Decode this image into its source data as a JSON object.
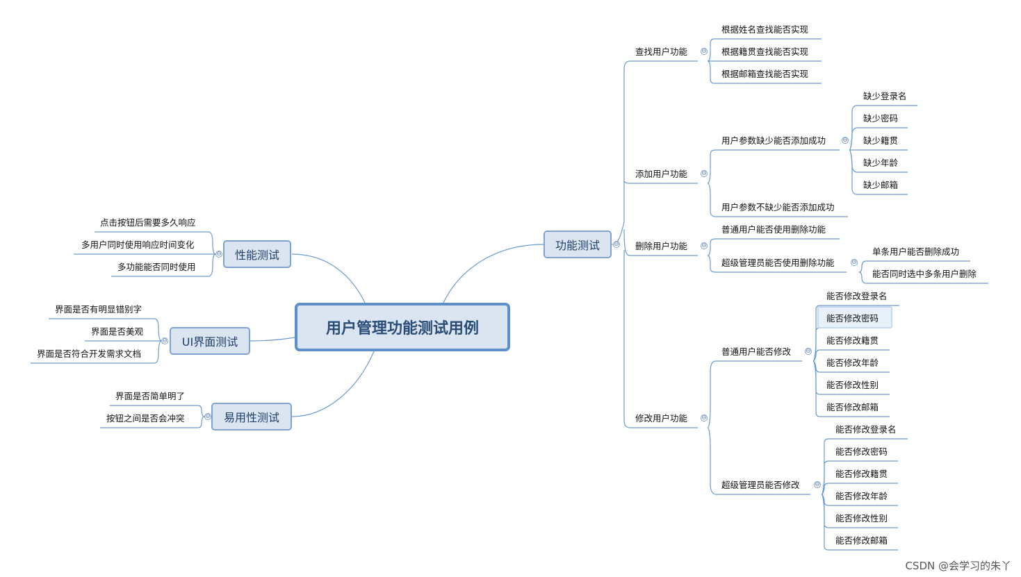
{
  "root": "用户管理功能测试用例",
  "branches": {
    "func": "功能测试",
    "perf": "性能测试",
    "ui": "UI界面测试",
    "usab": "易用性测试"
  },
  "functional": {
    "search": {
      "label": "查找用户功能",
      "items": [
        "根据姓名查找能否实现",
        "根据籍贯查找能否实现",
        "根据邮箱查找能否实现"
      ]
    },
    "add": {
      "label": "添加用户功能",
      "missing": {
        "label": "用户参数缺少能否添加成功",
        "items": [
          "缺少登录名",
          "缺少密码",
          "缺少籍贯",
          "缺少年龄",
          "缺少邮箱"
        ]
      },
      "complete": "用户参数不缺少能否添加成功"
    },
    "delete": {
      "label": "删除用户功能",
      "normal": "普通用户能否使用删除功能",
      "admin": {
        "label": "超级管理员能否使用删除功能",
        "items": [
          "单条用户能否删除成功",
          "能否同时选中多条用户删除"
        ]
      }
    },
    "modify": {
      "label": "修改用户功能",
      "normal": {
        "label": "普通用户能否修改",
        "items": [
          "能否修改登录名",
          "能否修改密码",
          "能否修改籍贯",
          "能否修改年龄",
          "能否修改性别",
          "能否修改邮箱"
        ]
      },
      "admin": {
        "label": "超级管理员能否修改",
        "items": [
          "能否修改登录名",
          "能否修改密码",
          "能否修改籍贯",
          "能否修改年龄",
          "能否修改性别",
          "能否修改邮箱"
        ]
      }
    }
  },
  "performance": {
    "items": [
      "点击按钮后需要多久响应",
      "多用户同时使用响应时间变化",
      "多功能能否同时使用"
    ]
  },
  "ui_test": {
    "items": [
      "界面是否有明显错别字",
      "界面是否美观",
      "界面是否符合开发需求文档"
    ]
  },
  "usability": {
    "items": [
      "界面是否简单明了",
      "按钮之间是否会冲突"
    ]
  },
  "toggle_symbol": "⊖",
  "watermark": "CSDN @会学习的朱丫",
  "colors": {
    "line": "#6a9bd1",
    "box_fill": "#dbe5f1",
    "box_border": "#7fa2cf",
    "center_border": "#5f8fc9",
    "text": "#1f3f68"
  }
}
